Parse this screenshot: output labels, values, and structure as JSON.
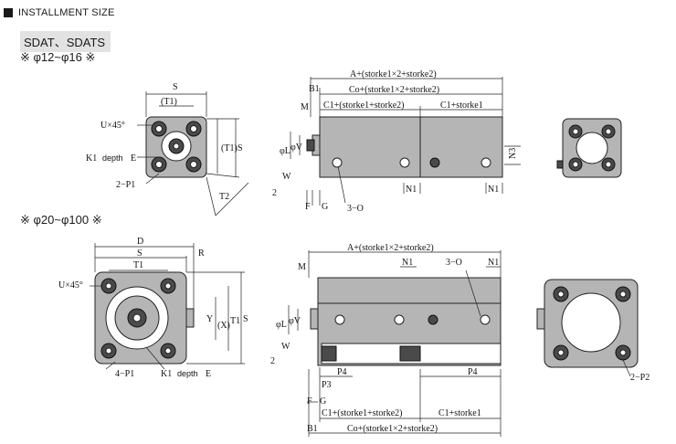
{
  "header": {
    "title": "INSTALLMENT SIZE"
  },
  "model": "SDAT、SDATS",
  "range_small": "※ φ12~φ16 ※",
  "range_large": "※ φ20~φ100 ※",
  "labels": {
    "S": "S",
    "T1p": "(T1)",
    "U45": "U×45°",
    "K1": "K1",
    "depth": "depth",
    "E": "E",
    "P1_2": "2−P1",
    "T2": "T2",
    "T1v": "(T1)",
    "Sv": "S",
    "A_formula": "A+(storke1×2+storke2)",
    "B1": "B1",
    "Co_formula": "Co+(storke1×2+storke2)",
    "M": "M",
    "C1_formula": "C1+(storke1+storke2)",
    "C1_storke": "C1+storke1",
    "phiL": "φL",
    "phiV": "φV",
    "W": "W",
    "two": "2",
    "F": "F",
    "G": "G",
    "O3": "3−O",
    "N1": "N1",
    "N3": "N3",
    "D": "D",
    "R": "R",
    "T1": "T1",
    "P1_4": "4−P1",
    "Y": "Y",
    "Xp": "(X)",
    "P4": "P4",
    "P2_2": "2−P2"
  }
}
